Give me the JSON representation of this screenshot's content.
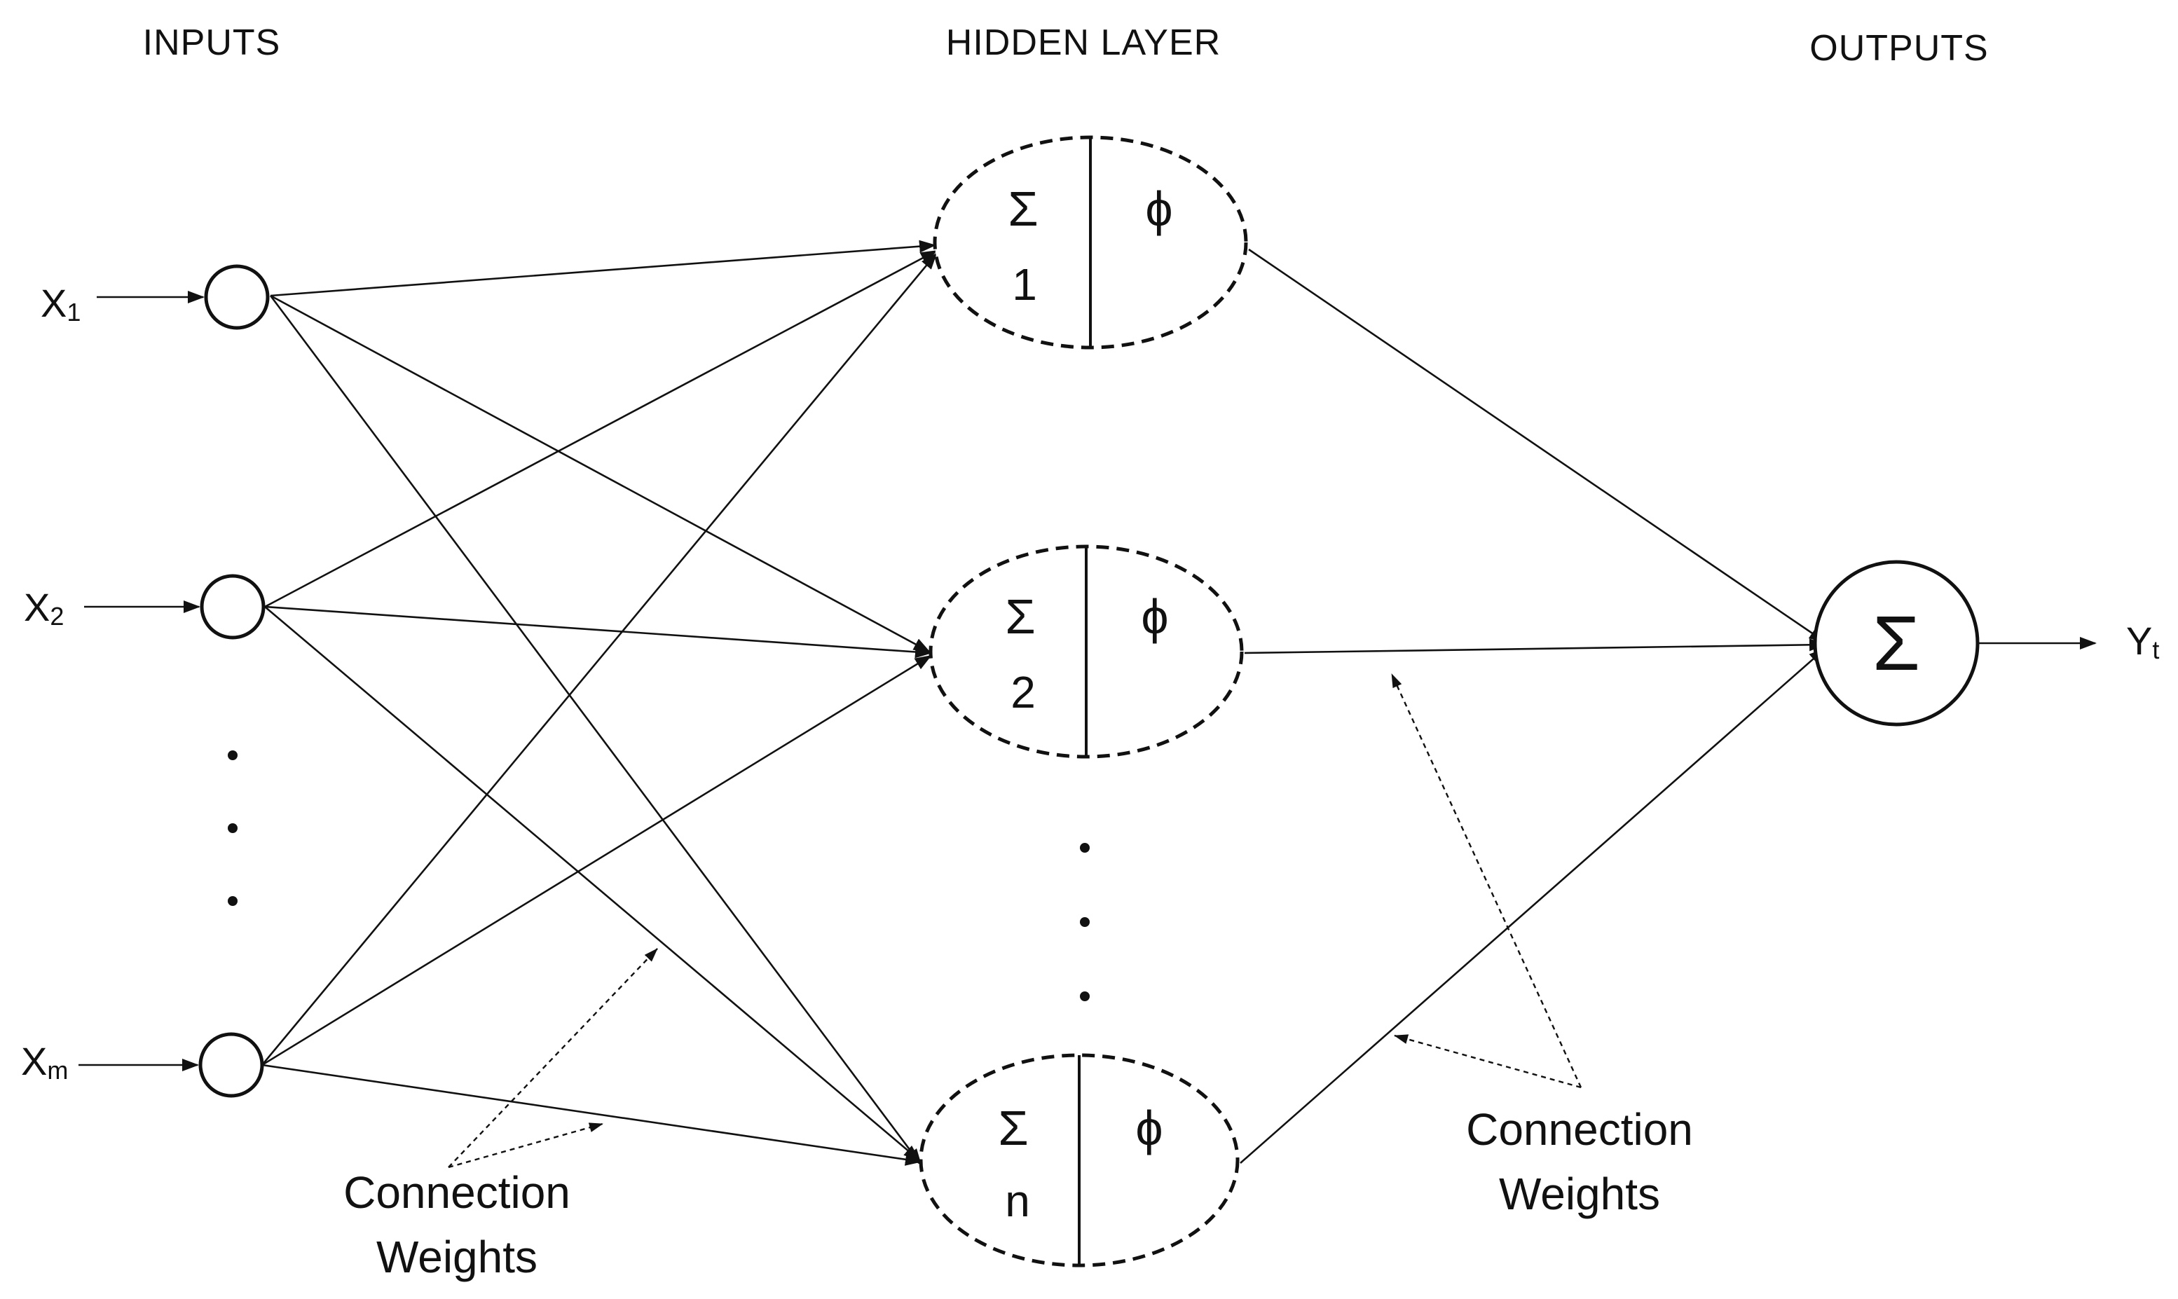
{
  "headers": {
    "inputs": "INPUTS",
    "hidden": "HIDDEN LAYER",
    "outputs": "OUTPUTS"
  },
  "inputs": [
    {
      "letter": "X",
      "sub": "1"
    },
    {
      "letter": "X",
      "sub": "2"
    },
    {
      "letter": "X",
      "sub": "m"
    }
  ],
  "hidden": [
    {
      "sum": "Σ",
      "act": "ϕ",
      "index": "1"
    },
    {
      "sum": "Σ",
      "act": "ϕ",
      "index": "2"
    },
    {
      "sum": "Σ",
      "act": "ϕ",
      "index": "n"
    }
  ],
  "output": {
    "symbol": "Σ",
    "letter": "Y",
    "sub": "t"
  },
  "annotations": {
    "left": {
      "line1": "Connection",
      "line2": "Weights"
    },
    "right": {
      "line1": "Connection",
      "line2": "Weights"
    }
  },
  "colors": {
    "stroke": "#111111",
    "background": "#ffffff"
  },
  "icons": {
    "arrowhead": "arrowhead-icon",
    "ellipsis": "vertical-ellipsis-icon"
  }
}
